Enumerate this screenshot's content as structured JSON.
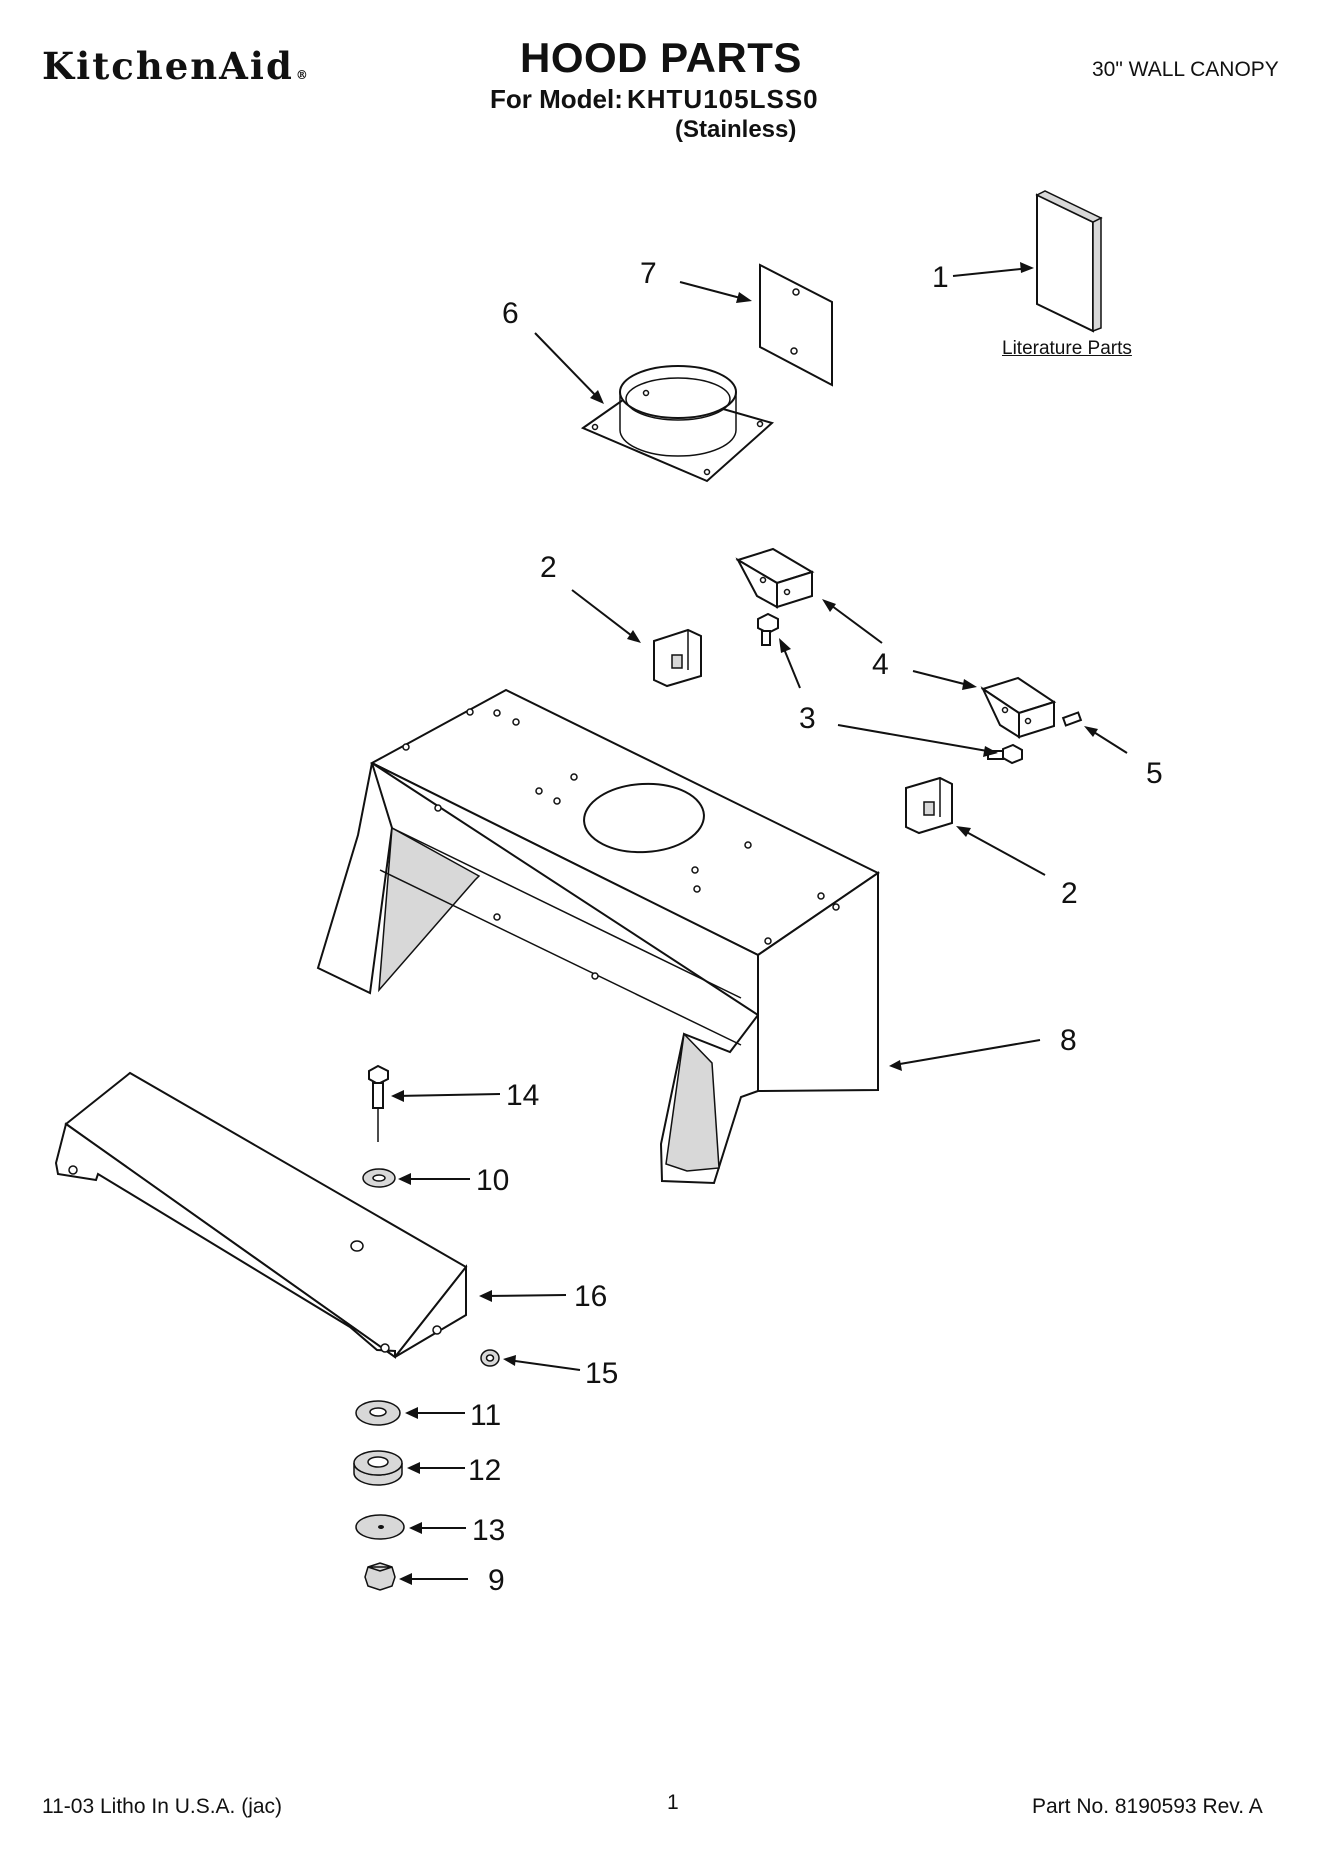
{
  "header": {
    "brand": "KitchenAid",
    "brand_mark": "®",
    "title": "HOOD PARTS",
    "model_label": "For Model:",
    "model_value": "KHTU105LSS0",
    "variant": "(Stainless)",
    "category": "30\" WALL CANOPY"
  },
  "parts_callouts": [
    {
      "id": "c1",
      "label": "1",
      "part": "literature"
    },
    {
      "id": "c2a",
      "label": "2",
      "part": "bracket-left"
    },
    {
      "id": "c2b",
      "label": "2",
      "part": "bracket-right"
    },
    {
      "id": "c3",
      "label": "3",
      "part": "screw"
    },
    {
      "id": "c4",
      "label": "4",
      "part": "hinge-bracket"
    },
    {
      "id": "c5",
      "label": "5",
      "part": "pin"
    },
    {
      "id": "c6",
      "label": "6",
      "part": "duct-collar"
    },
    {
      "id": "c7",
      "label": "7",
      "part": "cover-plate"
    },
    {
      "id": "c8",
      "label": "8",
      "part": "hood-body"
    },
    {
      "id": "c9",
      "label": "9",
      "part": "nut"
    },
    {
      "id": "c10",
      "label": "10",
      "part": "washer"
    },
    {
      "id": "c11",
      "label": "11",
      "part": "washer"
    },
    {
      "id": "c12",
      "label": "12",
      "part": "grommet"
    },
    {
      "id": "c13",
      "label": "13",
      "part": "washer"
    },
    {
      "id": "c14",
      "label": "14",
      "part": "bolt"
    },
    {
      "id": "c15",
      "label": "15",
      "part": "plug"
    },
    {
      "id": "c16",
      "label": "16",
      "part": "front-panel"
    }
  ],
  "literature_label": "Literature Parts",
  "footer": {
    "left": "11-03 Litho In U.S.A. (jac)",
    "page": "1",
    "right": "Part No. 8190593 Rev. A"
  }
}
